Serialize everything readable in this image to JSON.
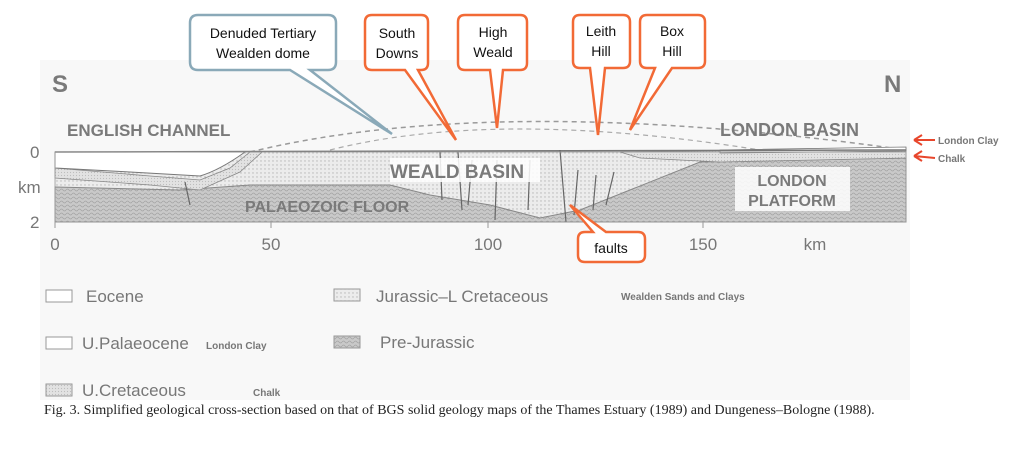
{
  "figure": {
    "direction_left": "S",
    "direction_right": "N",
    "regions": {
      "english_channel": "ENGLISH CHANNEL",
      "london_basin": "LONDON BASIN",
      "weald_basin": "WEALD BASIN",
      "palaeozoic_floor": "PALAEOZOIC FLOOR",
      "london_platform_1": "LONDON",
      "london_platform_2": "PLATFORM"
    },
    "y_axis": {
      "ticks": [
        "0",
        "km",
        "2"
      ]
    },
    "x_axis": {
      "ticks": [
        "0",
        "50",
        "100",
        "150"
      ],
      "unit": "km"
    },
    "side_labels": {
      "london_clay": "London Clay",
      "chalk": "Chalk"
    },
    "colors": {
      "callout_orange": "#f26a36",
      "callout_blue": "#8aa9b8",
      "arrow_red": "#e8462c"
    }
  },
  "callouts": {
    "denuded": [
      "Denuded Tertiary",
      "Wealden dome"
    ],
    "south_downs": [
      "South",
      "Downs"
    ],
    "high_weald": [
      "High",
      "Weald"
    ],
    "leith_hill": [
      "Leith",
      "Hill"
    ],
    "box_hill": [
      "Box",
      "Hill"
    ],
    "faults": "faults"
  },
  "legend": [
    {
      "label": "Eocene",
      "note": ""
    },
    {
      "label": "U.Palaeocene",
      "note": "London Clay"
    },
    {
      "label": "U.Cretaceous",
      "note": "Chalk"
    },
    {
      "label": "Jurassic–L Cretaceous",
      "note": "Wealden Sands and Clays"
    },
    {
      "label": "Pre-Jurassic",
      "note": ""
    }
  ],
  "caption": "Fig. 3. Simplified geological cross-section based on that of BGS solid geology maps of the Thames Estuary (1989) and Dungeness–Bologne (1988)."
}
